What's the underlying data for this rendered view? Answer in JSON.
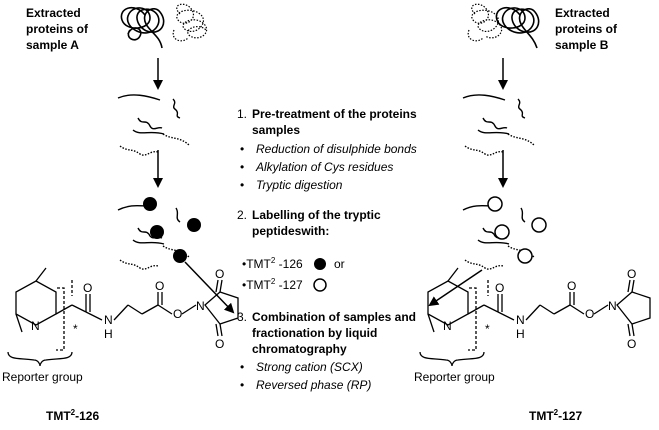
{
  "sample_a": {
    "line1": "Extracted",
    "line2": "proteins of",
    "line3": "sample A"
  },
  "sample_b": {
    "line1": "Extracted",
    "line2": "proteins of",
    "line3": "sample B"
  },
  "step1": {
    "num": "1.",
    "title_line1": "Pre-treatment of the proteins",
    "title_line2": "samples",
    "bullets": [
      "Reduction of disulphide bonds",
      "Alkylation of Cys residues",
      "Tryptic digestion"
    ]
  },
  "step2": {
    "num": "2.",
    "title_line1": "Labelling of the tryptic",
    "title_line2": "peptideswith:",
    "tag1_prefix": "•TMT",
    "tag1_sup": "2",
    "tag1_suffix": " -126",
    "or": "or",
    "tag2_prefix": "•TMT",
    "tag2_sup": "2",
    "tag2_suffix": " -127"
  },
  "step3": {
    "num": "3.",
    "title_line1": "Combination of samples and",
    "title_line2": "fractionation by liquid",
    "title_line3": "chromatography",
    "bullets": [
      "Strong cation (SCX)",
      "Reversed phase (RP)"
    ]
  },
  "left_struct": {
    "N": "N",
    "O1": "O",
    "NH": "N",
    "H": "H",
    "O2": "O",
    "O3": "O",
    "N2": "N",
    "O4": "O",
    "O5": "O",
    "star": "*",
    "reporter": "Reporter group",
    "name_prefix": "TMT",
    "name_sup": "2",
    "name_suffix": "-126"
  },
  "right_struct": {
    "N": "N",
    "O1": "O",
    "NH": "N",
    "H": "H",
    "O2": "O",
    "O3": "O",
    "N2": "N",
    "O4": "O",
    "O5": "O",
    "star": "*",
    "reporter": "Reporter group",
    "name_prefix": "TMT",
    "name_sup": "2",
    "name_suffix": "-127"
  },
  "bullet_char": "•",
  "colors": {
    "ink": "#000000",
    "background": "#ffffff"
  }
}
